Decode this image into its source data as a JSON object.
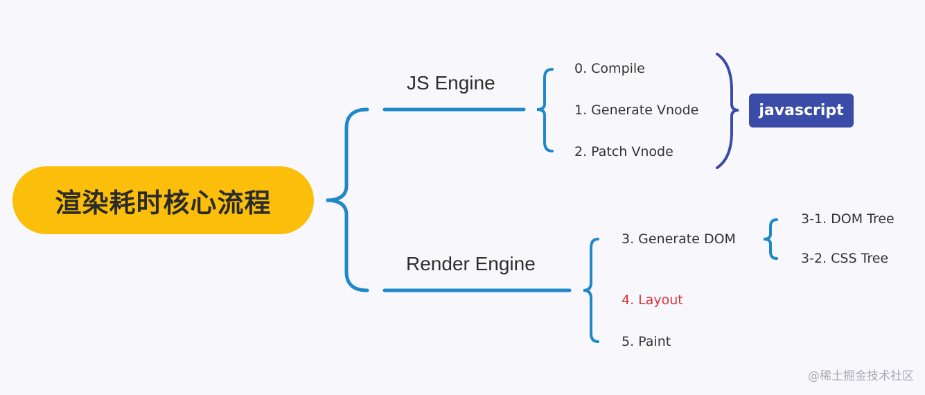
{
  "root": {
    "label": "渲染耗时核心流程"
  },
  "branches": [
    {
      "label": "JS Engine",
      "children": [
        "0. Compile",
        "1. Generate Vnode",
        "2. Patch Vnode"
      ],
      "group_tag": "javascript"
    },
    {
      "label": "Render Engine",
      "children": [
        {
          "label": "3.  Generate DOM",
          "children": [
            "3-1. DOM Tree",
            "3-2. CSS Tree"
          ]
        },
        {
          "label": "4. Layout",
          "highlight": true
        },
        {
          "label": "5. Paint"
        }
      ]
    }
  ],
  "watermark": "@稀土掘金技术社区",
  "colors": {
    "background": "#f8f8fc",
    "root": "#fbbe0a",
    "connector": "#1e88c8",
    "group_brace": "#3a4ba8",
    "tag": "#3a4ba8",
    "highlight_text": "#d9323b"
  }
}
